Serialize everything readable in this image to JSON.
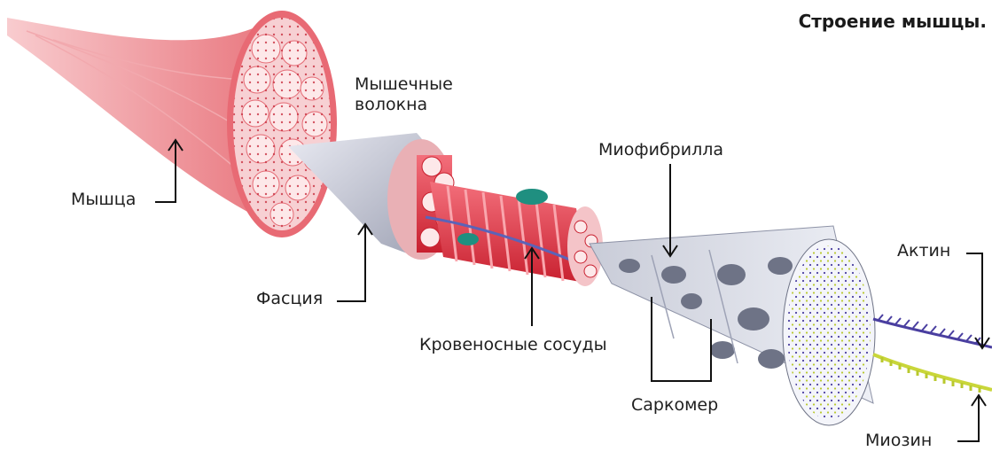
{
  "title": "Строение мышцы.",
  "labels": {
    "muscle": "Мышца",
    "fascia": "Фасция",
    "muscle_fibers": "Мышечные\nволокна",
    "blood_vessels": "Кровеносные сосуды",
    "myofibril": "Миофибрилла",
    "sarcomere": "Саркомер",
    "actin": "Актин",
    "myosin": "Миозин"
  },
  "colors": {
    "muscle": "#e8727a",
    "muscle_light": "#f6b8bc",
    "fascia": "#c8cbd8",
    "fiber": "#e23a4a",
    "organelle": "#1f8f80",
    "myofibril_dark": "#6e7386",
    "actin": "#4a3fa0",
    "myosin": "#c9d63a",
    "leader": "#111111"
  }
}
